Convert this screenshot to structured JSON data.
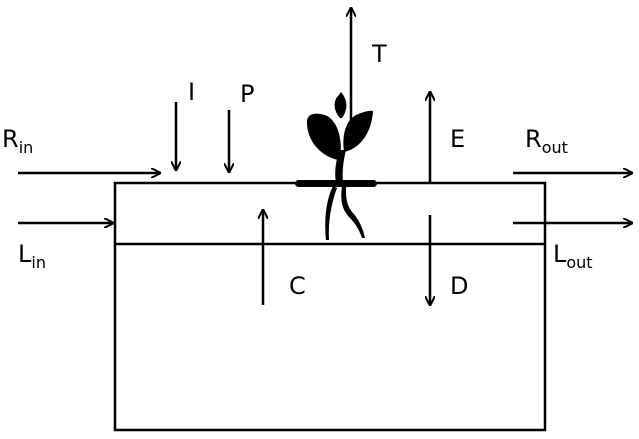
{
  "labels": {
    "I": "I",
    "P": "P",
    "T": "T",
    "E": "E",
    "C": "C",
    "D": "D",
    "R_in": {
      "main": "R",
      "sub": "in"
    },
    "L_in": {
      "main": "L",
      "sub": "in"
    },
    "R_out": {
      "main": "R",
      "sub": "out"
    },
    "L_out": {
      "main": "L",
      "sub": "out"
    }
  }
}
